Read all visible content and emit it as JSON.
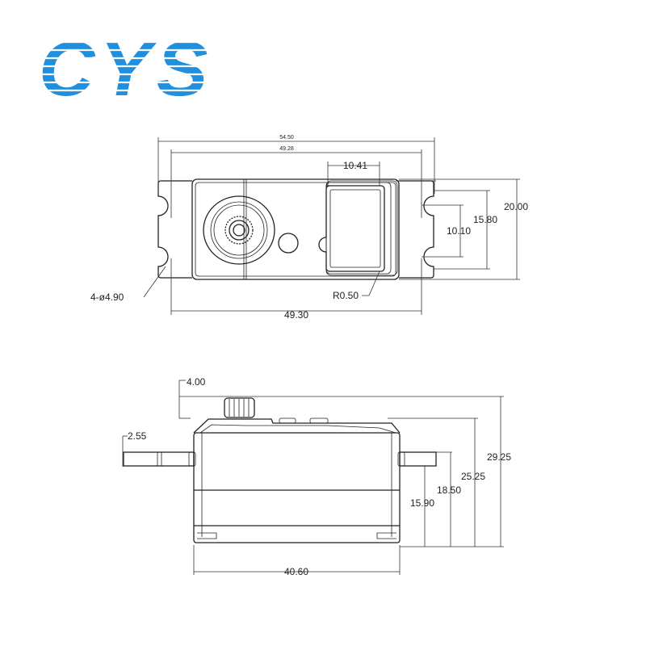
{
  "logo": {
    "text": "CYS",
    "color": "#1f8fde"
  },
  "top_view": {
    "dims": {
      "overall_width": "54.50",
      "hole_spacing_top": "49.28",
      "window_width": "10.41",
      "slot_spacing": "10.10",
      "tab_height": "15.80",
      "body_height": "20.00",
      "hole_label": "4-ø4.90",
      "corner_radius": "R0.50",
      "hole_spacing_bottom": "49.30"
    }
  },
  "side_view": {
    "dims": {
      "spline_height": "4.00",
      "tab_thickness": "2.55",
      "body_width": "40.60",
      "tab_bottom": "15.90",
      "tab_top": "18.50",
      "case_height": "25.25",
      "total_height": "29.25"
    }
  }
}
